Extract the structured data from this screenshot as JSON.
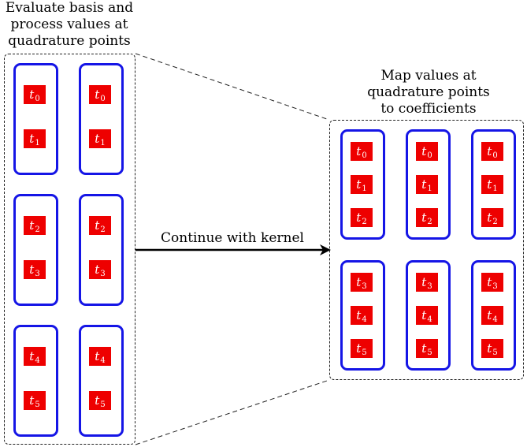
{
  "left_caption": "Evaluate basis and\nprocess values at\nquadrature points",
  "right_caption": "Map values at\nquadrature points\nto coefficients",
  "arrow_label": "Continue with kernel",
  "colors": {
    "group_border": "#1515e6",
    "chip_fill": "#ee0000",
    "chip_text": "#ffffff"
  },
  "left_groups": [
    {
      "chips": [
        {
          "var": "t",
          "sub": "0"
        },
        {
          "var": "t",
          "sub": "1"
        }
      ]
    },
    {
      "chips": [
        {
          "var": "t",
          "sub": "0"
        },
        {
          "var": "t",
          "sub": "1"
        }
      ]
    },
    {
      "chips": [
        {
          "var": "t",
          "sub": "2"
        },
        {
          "var": "t",
          "sub": "3"
        }
      ]
    },
    {
      "chips": [
        {
          "var": "t",
          "sub": "2"
        },
        {
          "var": "t",
          "sub": "3"
        }
      ]
    },
    {
      "chips": [
        {
          "var": "t",
          "sub": "4"
        },
        {
          "var": "t",
          "sub": "5"
        }
      ]
    },
    {
      "chips": [
        {
          "var": "t",
          "sub": "4"
        },
        {
          "var": "t",
          "sub": "5"
        }
      ]
    }
  ],
  "right_groups": [
    {
      "chips": [
        {
          "var": "t",
          "sub": "0"
        },
        {
          "var": "t",
          "sub": "1"
        },
        {
          "var": "t",
          "sub": "2"
        }
      ]
    },
    {
      "chips": [
        {
          "var": "t",
          "sub": "0"
        },
        {
          "var": "t",
          "sub": "1"
        },
        {
          "var": "t",
          "sub": "2"
        }
      ]
    },
    {
      "chips": [
        {
          "var": "t",
          "sub": "0"
        },
        {
          "var": "t",
          "sub": "1"
        },
        {
          "var": "t",
          "sub": "2"
        }
      ]
    },
    {
      "chips": [
        {
          "var": "t",
          "sub": "3"
        },
        {
          "var": "t",
          "sub": "4"
        },
        {
          "var": "t",
          "sub": "5"
        }
      ]
    },
    {
      "chips": [
        {
          "var": "t",
          "sub": "3"
        },
        {
          "var": "t",
          "sub": "4"
        },
        {
          "var": "t",
          "sub": "5"
        }
      ]
    },
    {
      "chips": [
        {
          "var": "t",
          "sub": "3"
        },
        {
          "var": "t",
          "sub": "4"
        },
        {
          "var": "t",
          "sub": "5"
        }
      ]
    }
  ]
}
